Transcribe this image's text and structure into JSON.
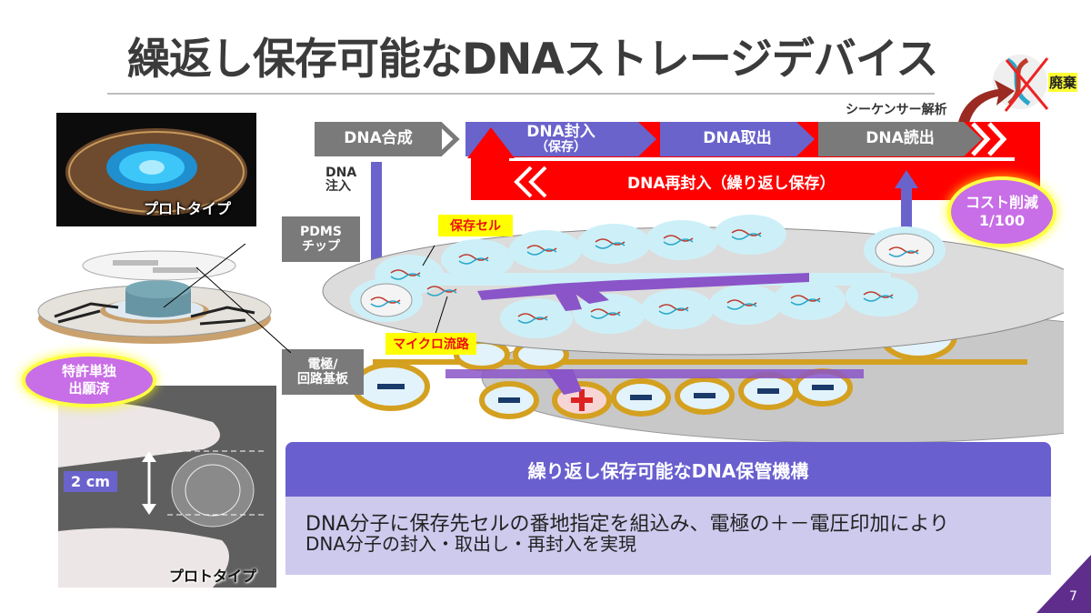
{
  "slide": {
    "title": "繰返し保存可能なDNAストレージデバイス",
    "page_number": "7"
  },
  "flow": {
    "steps": [
      {
        "label": "DNA合成",
        "color": "#7a7a7a"
      },
      {
        "label_line1": "DNA封入",
        "label_line2": "（保存）",
        "color": "#6a63cc"
      },
      {
        "label": "DNA取出",
        "color": "#6a63cc"
      },
      {
        "label": "DNA読出",
        "color": "#7a7a7a"
      }
    ],
    "sequencer_label": "シーケンサー解析",
    "reencap_label": "DNA再封入（繰り返し保存）",
    "injection_label_line1": "DNA",
    "injection_label_line2": "注入",
    "discard_label": "廃棄",
    "reencap_color": "#ff0000"
  },
  "badges": {
    "cost_line1": "コスト削減",
    "cost_line2": "1/100",
    "patent_line1": "特許単独",
    "patent_line2": "出願済",
    "bubble_color": "#c86ee6"
  },
  "device": {
    "pdms_line1": "PDMS",
    "pdms_line2": "チップ",
    "electrode_line1": "電極/",
    "electrode_line2": "回路基板",
    "storage_cell_label": "保存セル",
    "microchannel_label": "マイクロ流路"
  },
  "photos": {
    "prototype_top_label": "プロトタイプ",
    "prototype_bottom_label": "プロトタイプ",
    "scale_label": "2 cm"
  },
  "panel": {
    "heading": "繰り返し保存可能なDNA保管機構",
    "body_line1": "DNA分子に保存先セルの番地指定を組込み、電極の＋－電圧印加により",
    "body_line2": "DNA分子の封入・取出し・再封入を実現"
  }
}
